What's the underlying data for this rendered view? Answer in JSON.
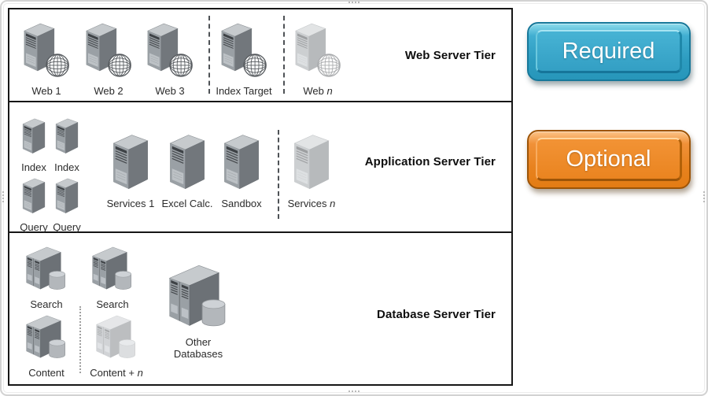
{
  "tiers": [
    {
      "label": "Web Server Tier",
      "items": [
        {
          "label": "Web 1",
          "italic": ""
        },
        {
          "label": "Web 2",
          "italic": ""
        },
        {
          "label": "Web 3",
          "italic": ""
        },
        {
          "label": "Index Target",
          "italic": ""
        },
        {
          "label": "Web ",
          "italic": "n"
        }
      ]
    },
    {
      "label": "Application Server Tier",
      "items": [
        {
          "label": "Index",
          "italic": ""
        },
        {
          "label": "Index",
          "italic": ""
        },
        {
          "label": "Query",
          "italic": ""
        },
        {
          "label": "Query",
          "italic": ""
        },
        {
          "label": "Services 1",
          "italic": ""
        },
        {
          "label": "Excel Calc.",
          "italic": ""
        },
        {
          "label": "Sandbox",
          "italic": ""
        },
        {
          "label": "Services ",
          "italic": "n"
        }
      ]
    },
    {
      "label": "Database Server Tier",
      "items": [
        {
          "label": "Search",
          "italic": ""
        },
        {
          "label": "Search",
          "italic": ""
        },
        {
          "label": "Content",
          "italic": ""
        },
        {
          "label": "Content + ",
          "italic": "n"
        },
        {
          "label": "Other",
          "label2": "Databases",
          "italic": ""
        }
      ]
    }
  ],
  "legend": {
    "required_label": "Required",
    "optional_label": "Optional",
    "required_color": "#35a5c8",
    "optional_color": "#ec8722"
  },
  "icons": {
    "web_server": "server-globe-icon",
    "app_server": "server-tower-icon",
    "db_server": "server-database-icon",
    "other_databases": "server-large-database-icon"
  }
}
